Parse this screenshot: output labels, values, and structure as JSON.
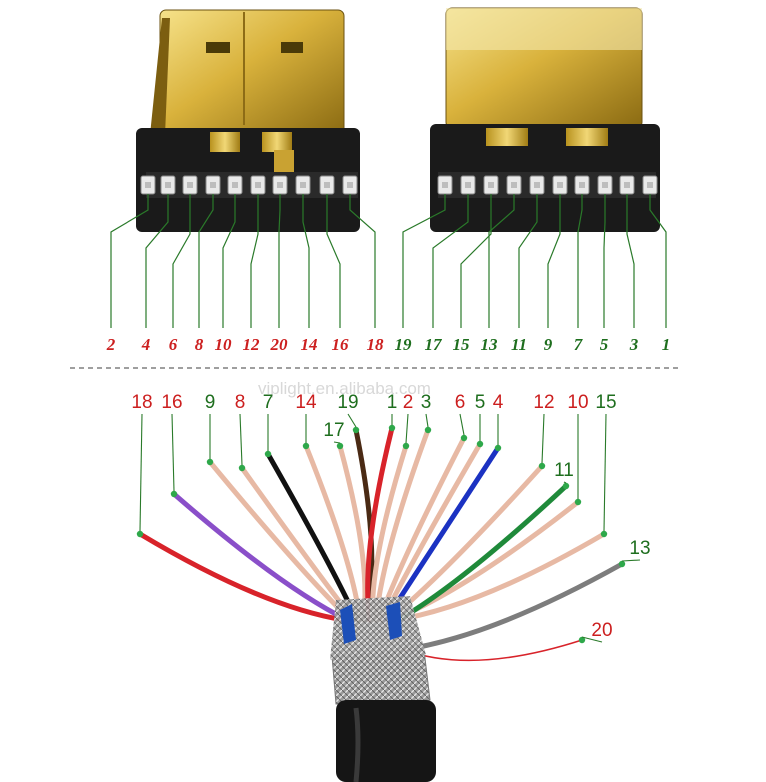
{
  "watermark": "viplight.en.alibaba.com",
  "colors": {
    "red": "#cc1f1f",
    "green": "#1e6e1e",
    "line": "#2a7a2a"
  },
  "left_connector_pins": [
    {
      "num": "2",
      "color": "red"
    },
    {
      "num": "4",
      "color": "red"
    },
    {
      "num": "6",
      "color": "red"
    },
    {
      "num": "8",
      "color": "red"
    },
    {
      "num": "10",
      "color": "red"
    },
    {
      "num": "12",
      "color": "red"
    },
    {
      "num": "20",
      "color": "red"
    },
    {
      "num": "14",
      "color": "red"
    },
    {
      "num": "16",
      "color": "red"
    },
    {
      "num": "18",
      "color": "red"
    }
  ],
  "right_connector_pins": [
    {
      "num": "19",
      "color": "green"
    },
    {
      "num": "17",
      "color": "green"
    },
    {
      "num": "15",
      "color": "green"
    },
    {
      "num": "13",
      "color": "green"
    },
    {
      "num": "11",
      "color": "green"
    },
    {
      "num": "9",
      "color": "green"
    },
    {
      "num": "7",
      "color": "green"
    },
    {
      "num": "5",
      "color": "green"
    },
    {
      "num": "3",
      "color": "green"
    },
    {
      "num": "1",
      "color": "green"
    }
  ],
  "wire_labels": [
    {
      "num": "18",
      "color": "red"
    },
    {
      "num": "16",
      "color": "red"
    },
    {
      "num": "9",
      "color": "green"
    },
    {
      "num": "8",
      "color": "red"
    },
    {
      "num": "7",
      "color": "green"
    },
    {
      "num": "14",
      "color": "red"
    },
    {
      "num": "17",
      "color": "green"
    },
    {
      "num": "19",
      "color": "green"
    },
    {
      "num": "1",
      "color": "green"
    },
    {
      "num": "2",
      "color": "red"
    },
    {
      "num": "3",
      "color": "green"
    },
    {
      "num": "6",
      "color": "red"
    },
    {
      "num": "5",
      "color": "green"
    },
    {
      "num": "4",
      "color": "red"
    },
    {
      "num": "12",
      "color": "red"
    },
    {
      "num": "10",
      "color": "red"
    },
    {
      "num": "15",
      "color": "green"
    },
    {
      "num": "11",
      "color": "green"
    },
    {
      "num": "13",
      "color": "green"
    },
    {
      "num": "20",
      "color": "red"
    }
  ]
}
